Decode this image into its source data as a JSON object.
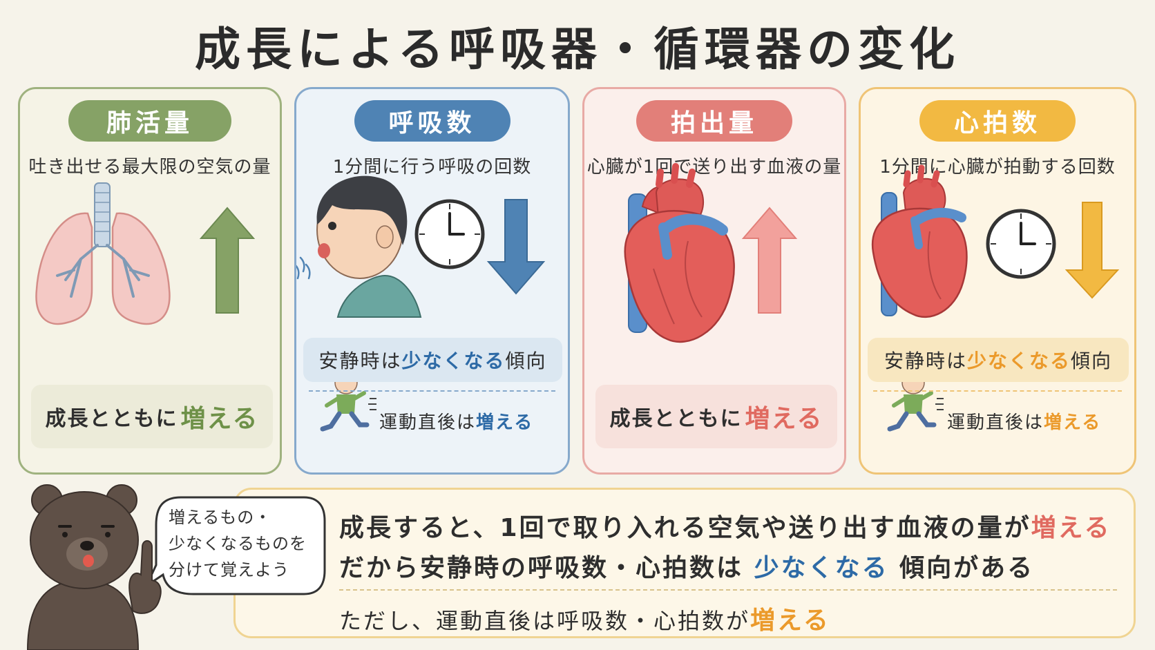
{
  "title": "成長による呼吸器・循環器の変化",
  "cards": {
    "lung": {
      "label": "肺活量",
      "desc": "吐き出せる最大限の空気の量",
      "note_pre": "成長とともに",
      "note_hl": "増える",
      "color": "#86a266"
    },
    "resp": {
      "label": "呼吸数",
      "desc": "1分間に行う呼吸の回数",
      "rest_pre": "安静時は",
      "rest_hl": "少なくなる",
      "rest_post": "傾向",
      "after_pre": "運動直後は",
      "after_hl": "増える",
      "color": "#4f83b4"
    },
    "stroke": {
      "label": "拍出量",
      "desc": "心臓が1回で送り出す血液の量",
      "note_pre": "成長とともに",
      "note_hl": "増える",
      "color": "#e27f79"
    },
    "heart": {
      "label": "心拍数",
      "desc": "1分間に心臓が拍動する回数",
      "rest_pre": "安静時は",
      "rest_hl": "少なくなる",
      "rest_post": "傾向",
      "after_pre": "運動直後は",
      "after_hl": "増える",
      "color": "#f2b942"
    }
  },
  "bubble": {
    "line1": "増えるもの・",
    "line2": "少なくなるものを",
    "line3": "分けて覚えよう"
  },
  "summary": {
    "l1_pre": "成長すると、1回で取り入れる空気や送り出す血液の量が",
    "l1_hl": "増える",
    "l2_pre": "だから安静時の呼吸数・心拍数は",
    "l2_hl": "少なくなる",
    "l2_post": "傾向がある",
    "l3_pre": "ただし、運動直後は呼吸数・心拍数が",
    "l3_hl": "増える"
  }
}
